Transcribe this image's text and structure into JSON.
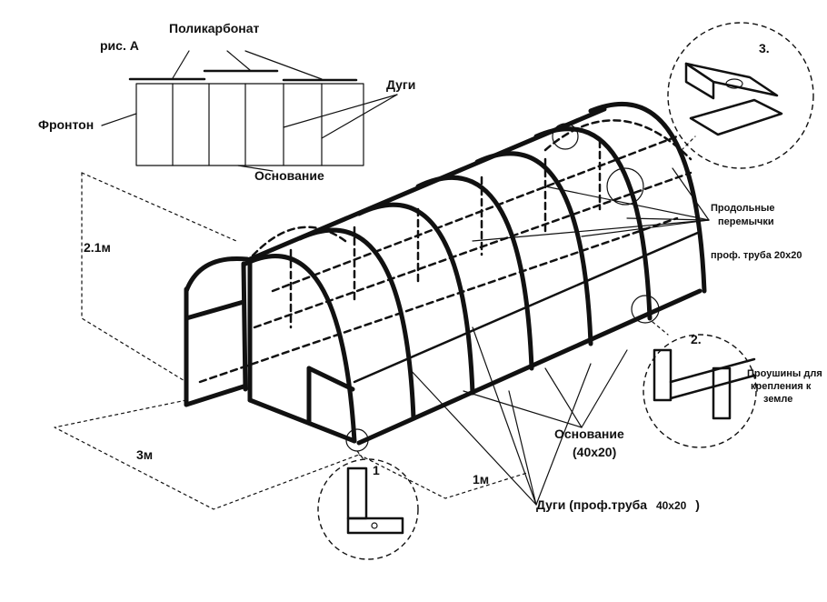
{
  "labels": {
    "fig_a": "рис. А",
    "polycarbonate": "Поликарбонат",
    "arcs": "Дуги",
    "gable": "Фронтон",
    "base": "Основание",
    "height": "2.1м",
    "width": "3м",
    "section": "1м",
    "stringers_1": "Продольные",
    "stringers_2": "перемычки",
    "stringers_3": "проф. труба 20x20",
    "eyelets_1": "Проушины для",
    "eyelets_2": "крепления к",
    "eyelets_3": "земле",
    "base_main_1": "Основание",
    "base_main_2": "(40x20)",
    "arcs_main_pre": "Дуги (проф.труба",
    "arcs_main_size": "40x20",
    "arcs_main_post": ")"
  },
  "callouts": {
    "detail_1": "1",
    "detail_2": "2.",
    "detail_3": "3."
  }
}
